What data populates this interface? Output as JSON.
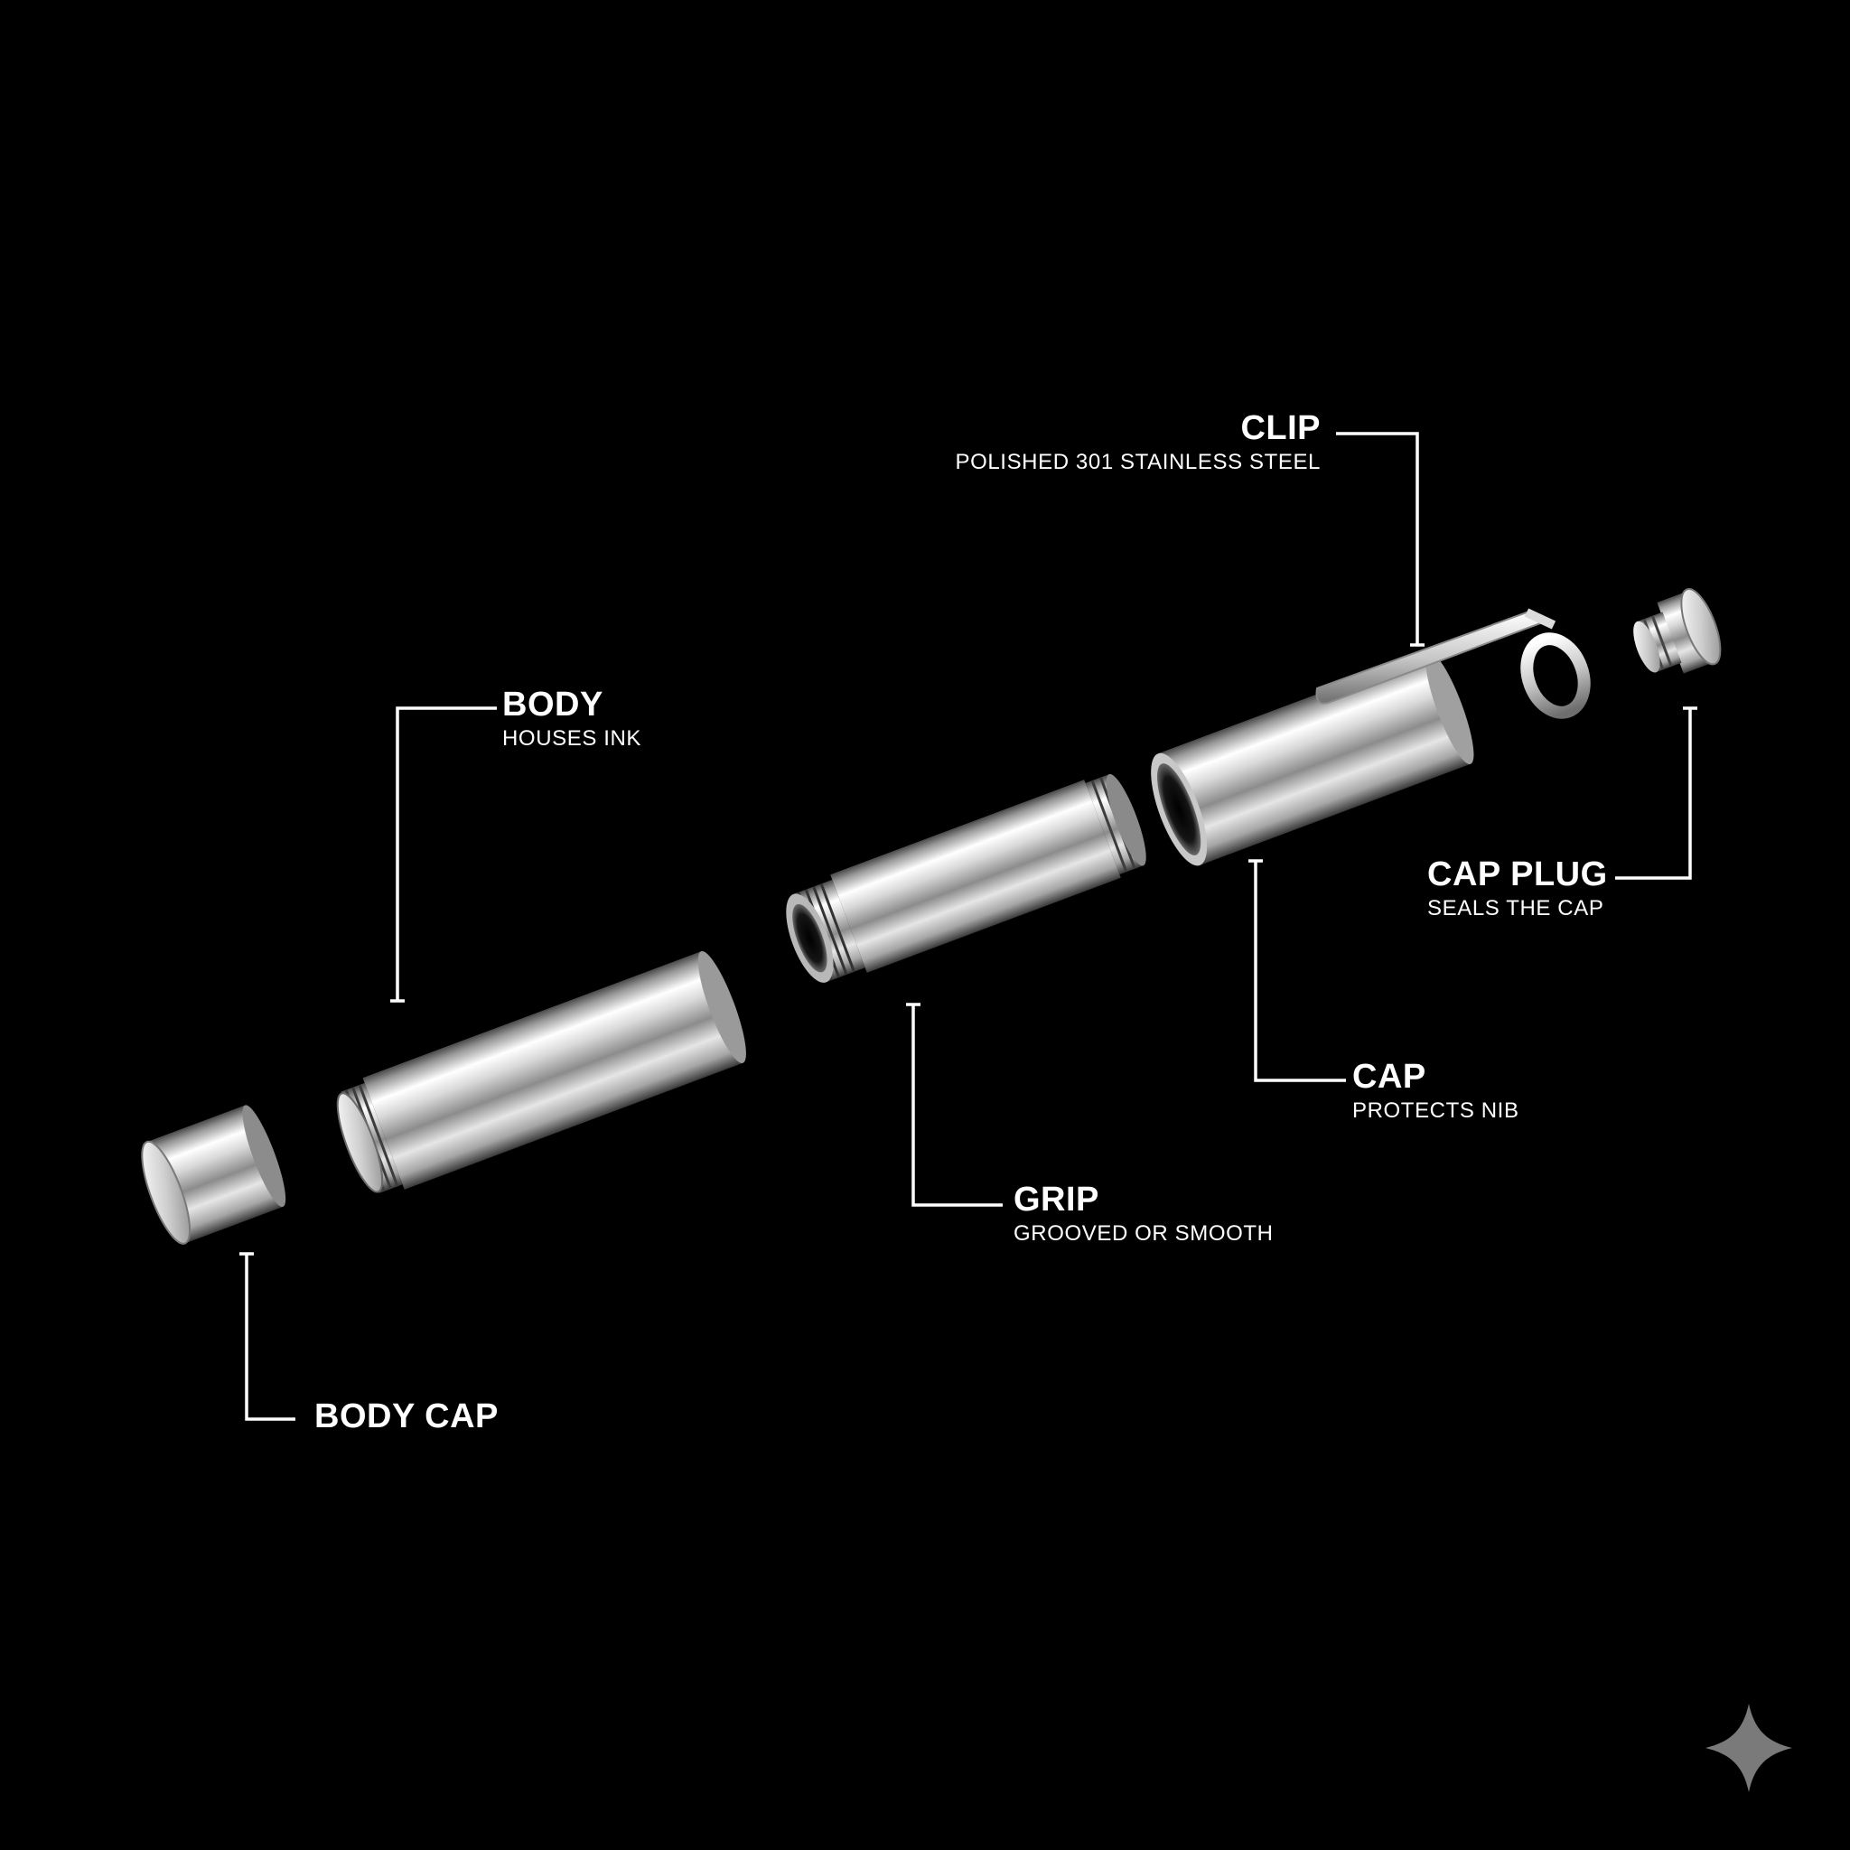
{
  "parts": {
    "clip": {
      "title": "CLIP",
      "subtitle": "POLISHED 301 STAINLESS STEEL"
    },
    "body": {
      "title": "BODY",
      "subtitle": "HOUSES INK"
    },
    "cap_plug": {
      "title": "CAP PLUG",
      "subtitle": "SEALS THE CAP"
    },
    "cap": {
      "title": "CAP",
      "subtitle": "PROTECTS NIB"
    },
    "grip": {
      "title": "GRIP",
      "subtitle": "GROOVED OR SMOOTH"
    },
    "body_cap": {
      "title": "BODY CAP"
    }
  },
  "colors": {
    "background": "#000000",
    "text": "#ffffff",
    "leader": "#ffffff",
    "metal_light": "#f4f4f4",
    "metal_dark": "#5a5a5a"
  },
  "corner_mark": {
    "icon": "sparkle-icon"
  }
}
